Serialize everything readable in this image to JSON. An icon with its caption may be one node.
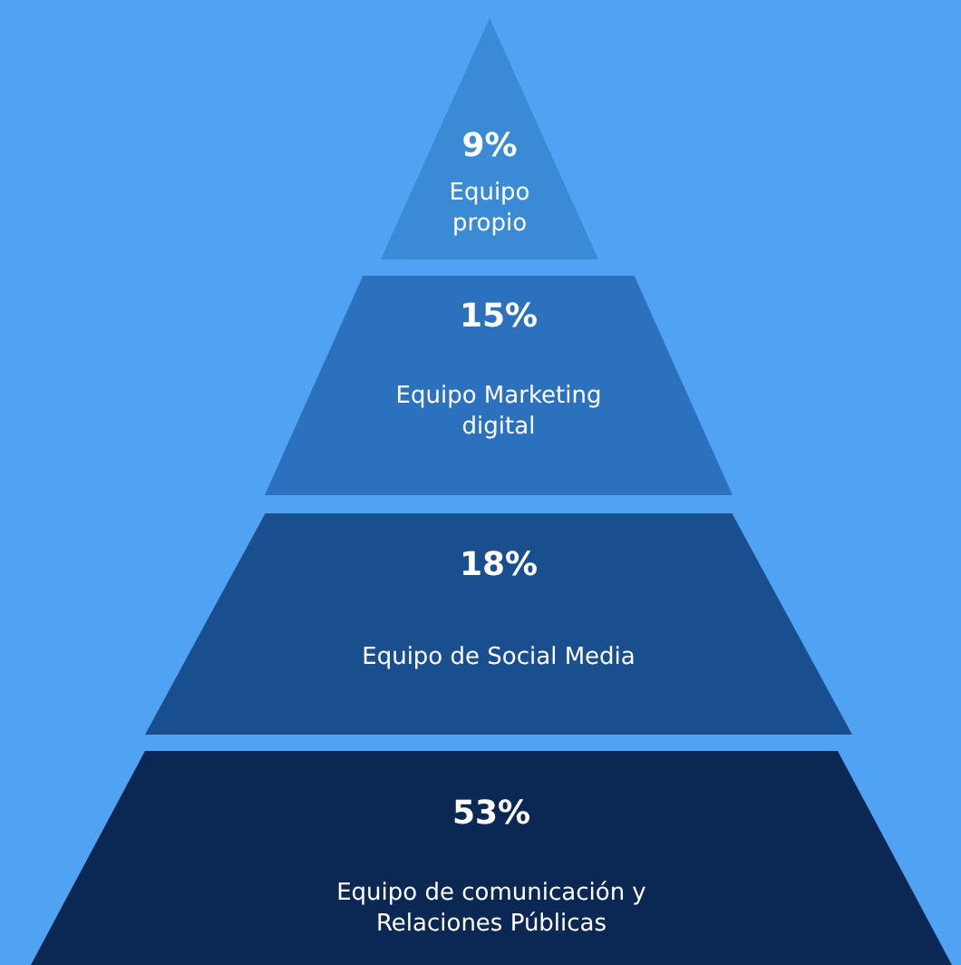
{
  "diagram": {
    "nodes": [
      {
        "text": [
          "9%",
          "Equipo propio"
        ]
      },
      {
        "text": [
          "15%",
          "Equipo Marketing digital"
        ]
      },
      {
        "text": [
          "18%",
          "Equipo de Social Media"
        ]
      },
      {
        "text": [
          "53%",
          "Equipo de comunicación y Relaciones Públicas"
        ]
      }
    ]
  }
}
